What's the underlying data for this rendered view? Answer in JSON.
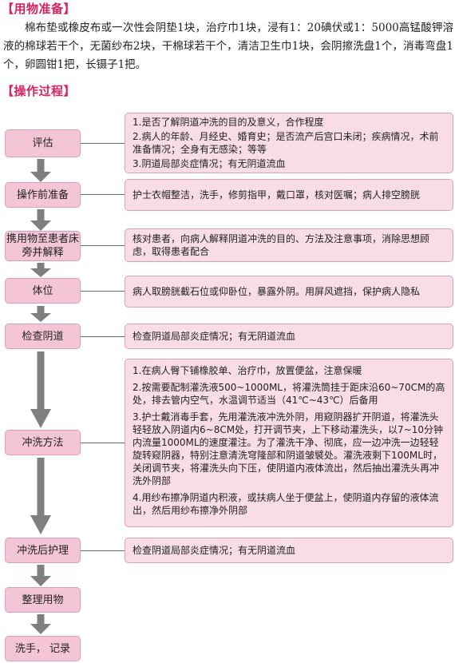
{
  "sections": {
    "materials_title": "【用物准备】",
    "process_title": "【操作过程】"
  },
  "materials_text": "棉布垫或橡皮布或一次性会阴垫1块，治疗巾1块，浸有1：20碘伏或1：5000高锰酸钾溶液的棉球若干个，无菌纱布2块，干棉球若干个，清洁卫生巾1块，会阴擦洗盘1个，消毒弯盘1个，卵圆钳1把，长镊子1把。",
  "steps": [
    {
      "label": "评估",
      "details": [
        "1.是否了解阴道冲洗的目的及意义，合作程度",
        "2.病人的年龄、月经史、婚育史；是否流产后宫口未闭；疾病情况，术前准备情况；全身有无感染；等等",
        "3.阴道局部炎症情况；有无阴道流血"
      ]
    },
    {
      "label": "操作前准备",
      "details": [
        "护士衣帽整洁，洗手，修剪指甲，戴口罩，核对医嘱；病人排空膀胱"
      ]
    },
    {
      "label": "携用物至患者床旁并解释",
      "details": [
        "核对患者，向病人解释阴道冲洗的目的、方法及注意事项，消除思想顾虑，取得患者配合"
      ]
    },
    {
      "label": "体位",
      "details": [
        "病人取膀胱截石位或仰卧位，暴露外阴。用屏风遮挡，保护病人隐私"
      ]
    },
    {
      "label": "检查阴道",
      "details": [
        "检查阴道局部炎症情况；有无阴道流血"
      ]
    },
    {
      "label": "冲洗方法",
      "details": [
        "1.在病人臀下铺橡胶单、治疗巾，放置便盆，注意保暖",
        "2.按需要配制灌洗液500~1000ML，将灌洗筒挂于距床沿60~70CM的高处，排去管内空气，水温调节适当（41℃~43℃）后备用",
        "3.护士戴消毒手套，先用灌洗液冲洗外阴，用窥阴器扩开阴道，将灌洗头轻轻放入阴道内6~8CM处，打开调节夹，上下移动灌洗头，以7~10分钟内流量1000ML的速度灌注。为了灌洗干净、彻底，应一边冲洗一边轻轻旋转窥阴器，特别注意清洗穹隆部和阴道皱襞处。灌洗液剩下100ML时，关闭调节夹，将灌洗头向下压，使阴道内液体流出，然后抽出灌洗头再冲洗外阴部",
        "4.用纱布擦净阴道内积液，或扶病人坐于便盆上，使阴道内存留的液体流出，然后用纱布擦净外阴部"
      ]
    },
    {
      "label": "冲洗后护理",
      "details": [
        "检查阴道局部炎症情况；有无阴道流血"
      ]
    },
    {
      "label": "整理用物",
      "details": []
    },
    {
      "label": "洗手， 记录",
      "details": []
    }
  ],
  "colors": {
    "heading": "#d6245e",
    "step_box": "#f3c5d7",
    "detail_box": "#f8dde7",
    "arrow": "#7f7f7f"
  }
}
